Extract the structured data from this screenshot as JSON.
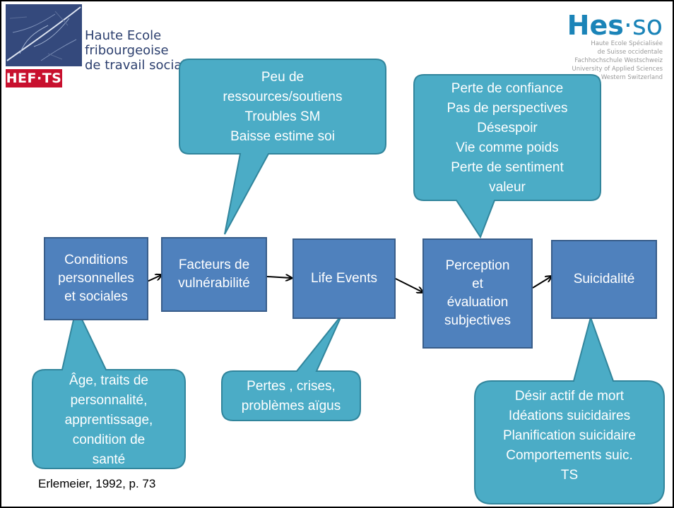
{
  "logo_left": {
    "badge": "HEF·TS",
    "name_lines": [
      "Haute Ecole",
      "fribourgeoise",
      "de travail social"
    ]
  },
  "logo_right": {
    "brand_main": "Hes",
    "brand_suffix": "·so",
    "lines": [
      "Haute Ecole Spécialisée",
      "de Suisse occidentale",
      "Fachhochschule Westschweiz",
      "University of Applied Sciences",
      "Western Switzerland"
    ]
  },
  "colors": {
    "box_fill": "#4f81bd",
    "callout_fill": "#4bacc6",
    "arrow": "#000000"
  },
  "boxes": [
    {
      "id": "conditions",
      "label": "Conditions\npersonnelles\net sociales"
    },
    {
      "id": "facteurs",
      "label": "Facteurs de\nvulnérabilité"
    },
    {
      "id": "life_events",
      "label": "Life Events"
    },
    {
      "id": "perception",
      "label": "Perception\net\névaluation\nsubjectives"
    },
    {
      "id": "suicidalite",
      "label": "Suicidalité"
    }
  ],
  "callouts": [
    {
      "id": "ressources",
      "text": "Peu de\nressources/soutiens\nTroubles SM\nBaisse estime soi"
    },
    {
      "id": "confiance",
      "text": "Perte de confiance\nPas de perspectives\nDésespoir\nVie comme poids\nPerte de sentiment\nvaleur"
    },
    {
      "id": "age",
      "text": "Âge, traits de\npersonnalité,\napprentissage,\ncondition de\nsanté"
    },
    {
      "id": "pertes",
      "text": "Pertes , crises,\nproblèmes aïgus"
    },
    {
      "id": "desir",
      "text": "Désir actif de mort\nIdéations suicidaires\nPlanification suicidaire\nComportements suic.\nTS"
    }
  ],
  "citation": "Erlemeier, 1992, p. 73"
}
